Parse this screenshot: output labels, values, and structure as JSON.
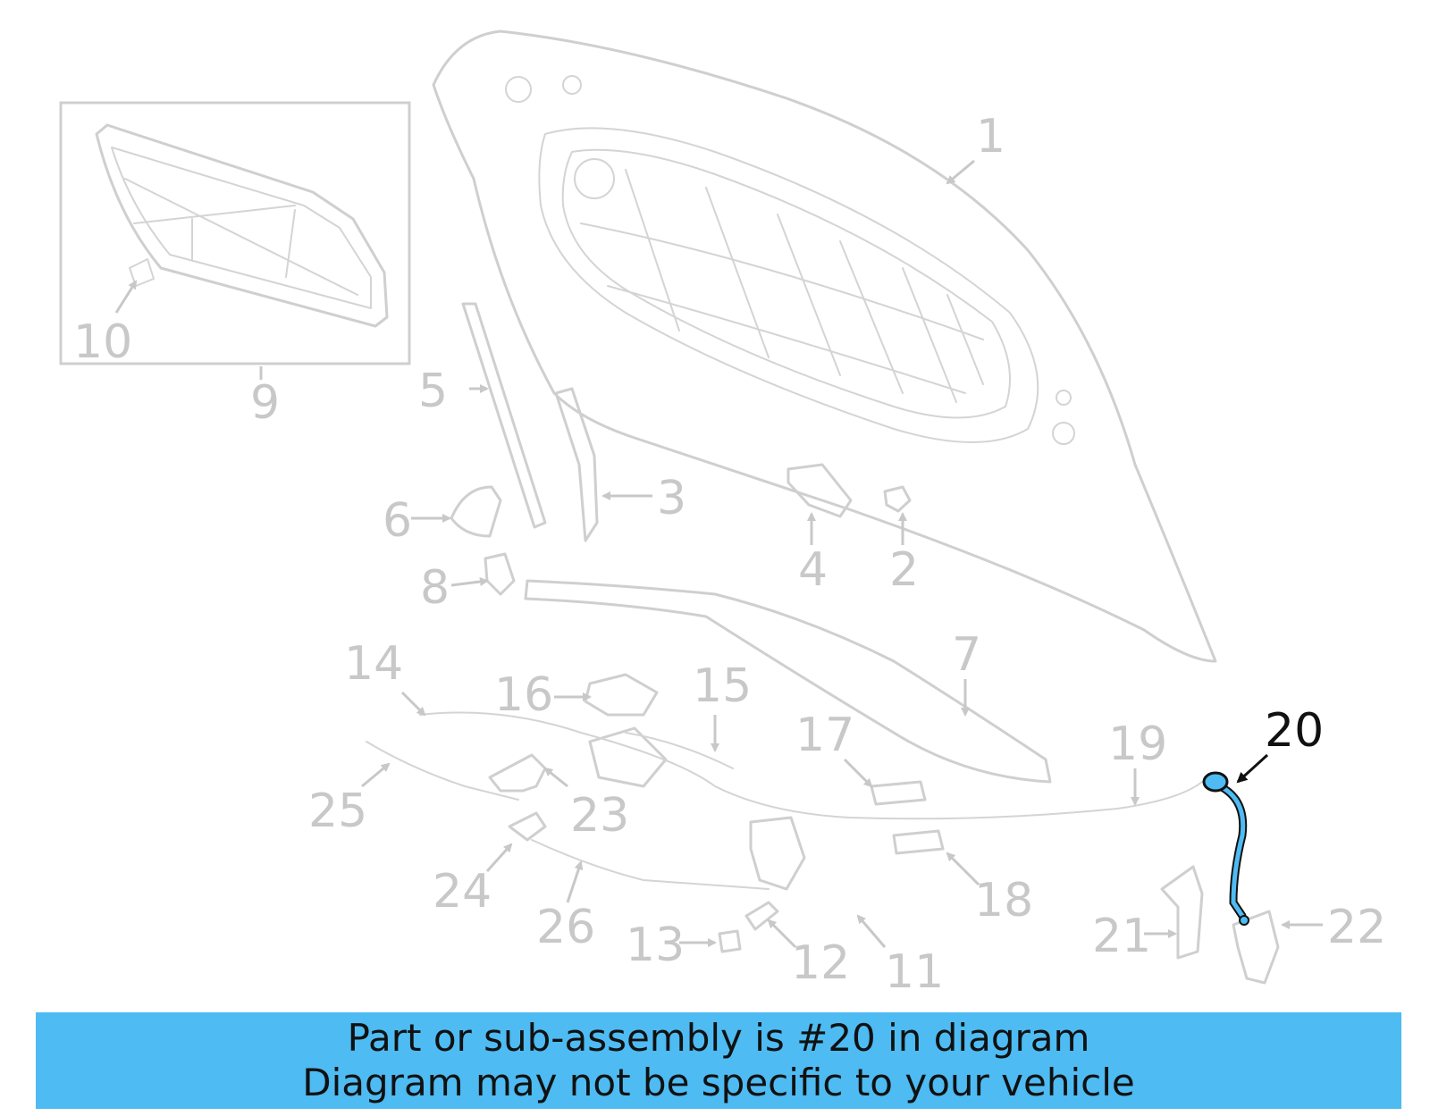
{
  "diagram": {
    "highlight_color": "#4ebbf3",
    "highlighted_part": "20",
    "callouts": [
      "1",
      "2",
      "3",
      "4",
      "5",
      "6",
      "7",
      "8",
      "9",
      "10",
      "11",
      "12",
      "13",
      "14",
      "15",
      "16",
      "17",
      "18",
      "19",
      "20",
      "21",
      "22",
      "23",
      "24",
      "25",
      "26"
    ]
  },
  "banner": {
    "line1": "Part or sub-assembly is #20 in diagram",
    "line2": "Diagram may not be specific to your vehicle",
    "background": "#4ebbf3"
  }
}
